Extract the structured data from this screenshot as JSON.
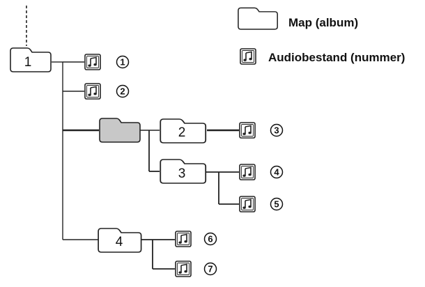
{
  "legend": {
    "folder_label": "Map (album)",
    "file_label": "Audiobestand (nummer)"
  },
  "folders": {
    "folder_1": "1",
    "folder_unnamed": "",
    "folder_2": "2",
    "folder_3": "3",
    "folder_4": "4"
  },
  "tracks": [
    "1",
    "2",
    "3",
    "4",
    "5",
    "6",
    "7"
  ],
  "icons": {
    "folder": "folder-icon",
    "file": "music-note-icon"
  },
  "colors": {
    "line": "#222222",
    "folder_fill": "#ffffff",
    "folder_highlight": "#c8c8c8"
  }
}
